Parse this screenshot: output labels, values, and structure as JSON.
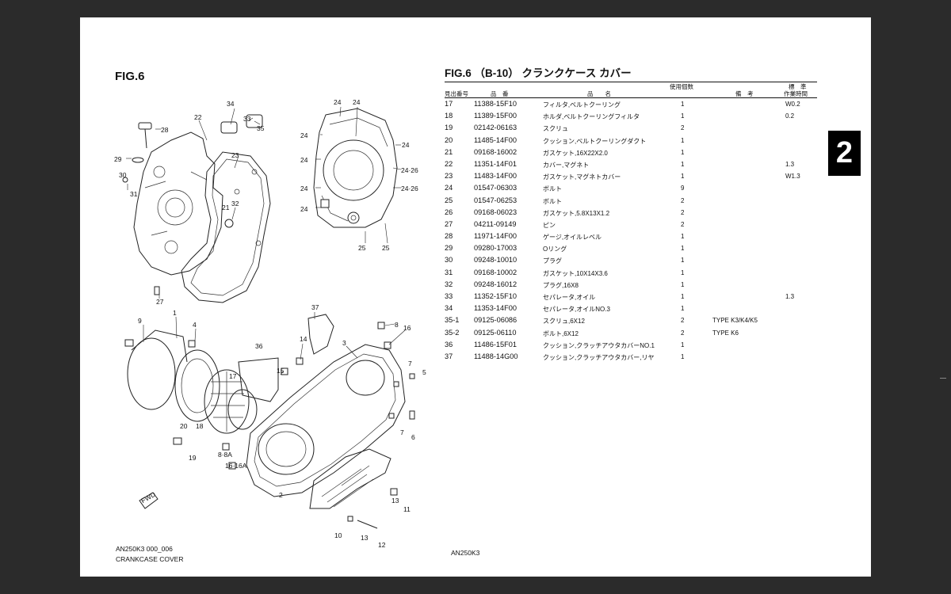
{
  "figure": {
    "label": "FIG.6",
    "callouts": {
      "n2": "2",
      "n3": "3",
      "n5": "5",
      "n6": "6",
      "n7a": "7",
      "n7b": "7",
      "n8": "8",
      "n8a": "8·8A",
      "n9": "9",
      "n10": "10",
      "n11": "11",
      "n12": "12",
      "n13a": "13",
      "n13b": "13",
      "n14": "14",
      "n15": "15",
      "n16": "16",
      "n16a": "16·16A",
      "n17": "17",
      "n18": "18",
      "n19": "19",
      "n20": "20",
      "n21": "21",
      "n22": "22",
      "n23": "23",
      "n24a": "24",
      "n24b": "24",
      "n24c": "24",
      "n24d": "24",
      "n24e": "24",
      "n24f": "24",
      "n24g": "24",
      "n2426a": "24·26",
      "n2426b": "24·26",
      "n25a": "25",
      "n25b": "25",
      "n27": "27",
      "n28": "28",
      "n29": "29",
      "n30": "30",
      "n31": "31",
      "n32": "32",
      "n33": "33",
      "n34": "34",
      "n35": "35",
      "n36": "36",
      "n37": "37",
      "n1": "1",
      "n4": "4"
    },
    "fwd_label": "FWD"
  },
  "footer": {
    "code": "AN250K3 000_006",
    "name": "CRANKCASE COVER",
    "model": "AN250K3"
  },
  "table": {
    "title": "FIG.6 （B-10） クランクケース カバー",
    "headers": {
      "ref": "見出番号",
      "part_no": "品　番",
      "desc": "品　　名",
      "qty": "使用個数",
      "remarks": "備　考",
      "std_top": "標　準",
      "std_bottom": "作業時間"
    },
    "rows": [
      {
        "ref": "17",
        "part_no": "11388-15F10",
        "desc": "フィルタ,ベルトクーリング",
        "qty": "1",
        "remarks": "",
        "time": "W0.2"
      },
      {
        "ref": "18",
        "part_no": "11389-15F00",
        "desc": "ホルダ,ベルトクーリングフィルタ",
        "qty": "1",
        "remarks": "",
        "time": "0.2"
      },
      {
        "ref": "19",
        "part_no": "02142-06163",
        "desc": "スクリュ",
        "qty": "2",
        "remarks": "",
        "time": ""
      },
      {
        "ref": "20",
        "part_no": "11485-14F00",
        "desc": "クッション,ベルトクーリングダクト",
        "qty": "1",
        "remarks": "",
        "time": ""
      },
      {
        "ref": "21",
        "part_no": "09168-16002",
        "desc": "ガスケット,16X22X2.0",
        "qty": "1",
        "remarks": "",
        "time": ""
      },
      {
        "ref": "22",
        "part_no": "11351-14F01",
        "desc": "カバー,マグネト",
        "qty": "1",
        "remarks": "",
        "time": "1.3"
      },
      {
        "ref": "23",
        "part_no": "11483-14F00",
        "desc": "ガスケット,マグネトカバー",
        "qty": "1",
        "remarks": "",
        "time": "W1.3"
      },
      {
        "ref": "24",
        "part_no": "01547-06303",
        "desc": "ボルト",
        "qty": "9",
        "remarks": "",
        "time": ""
      },
      {
        "ref": "25",
        "part_no": "01547-06253",
        "desc": "ボルト",
        "qty": "2",
        "remarks": "",
        "time": ""
      },
      {
        "ref": "26",
        "part_no": "09168-06023",
        "desc": "ガスケット,5.8X13X1.2",
        "qty": "2",
        "remarks": "",
        "time": ""
      },
      {
        "ref": "27",
        "part_no": "04211-09149",
        "desc": "ピン",
        "qty": "2",
        "remarks": "",
        "time": ""
      },
      {
        "ref": "28",
        "part_no": "11971-14F00",
        "desc": "ゲージ,オイルレベル",
        "qty": "1",
        "remarks": "",
        "time": ""
      },
      {
        "ref": "29",
        "part_no": "09280-17003",
        "desc": "Oリング",
        "qty": "1",
        "remarks": "",
        "time": ""
      },
      {
        "ref": "30",
        "part_no": "09248-10010",
        "desc": "プラグ",
        "qty": "1",
        "remarks": "",
        "time": ""
      },
      {
        "ref": "31",
        "part_no": "09168-10002",
        "desc": "ガスケット,10X14X3.6",
        "qty": "1",
        "remarks": "",
        "time": ""
      },
      {
        "ref": "32",
        "part_no": "09248-16012",
        "desc": "プラグ,16X8",
        "qty": "1",
        "remarks": "",
        "time": ""
      },
      {
        "ref": "33",
        "part_no": "11352-15F10",
        "desc": "セパレータ,オイル",
        "qty": "1",
        "remarks": "",
        "time": "1.3"
      },
      {
        "ref": "34",
        "part_no": "11353-14F00",
        "desc": "セパレータ,オイルNO.3",
        "qty": "1",
        "remarks": "",
        "time": ""
      },
      {
        "ref": "35-1",
        "part_no": "09125-06086",
        "desc": "スクリュ,6X12",
        "qty": "2",
        "remarks": "TYPE K3/K4/K5",
        "time": ""
      },
      {
        "ref": "35-2",
        "part_no": "09125-06110",
        "desc": "ボルト,6X12",
        "qty": "2",
        "remarks": "TYPE K6",
        "time": ""
      },
      {
        "ref": "36",
        "part_no": "11486-15F01",
        "desc": "クッション,クラッチアウタカバーNO.1",
        "qty": "1",
        "remarks": "",
        "time": ""
      },
      {
        "ref": "37",
        "part_no": "11488-14G00",
        "desc": "クッション,クラッチアウタカバー,リヤ",
        "qty": "1",
        "remarks": "",
        "time": ""
      }
    ]
  },
  "side_tab": "2"
}
